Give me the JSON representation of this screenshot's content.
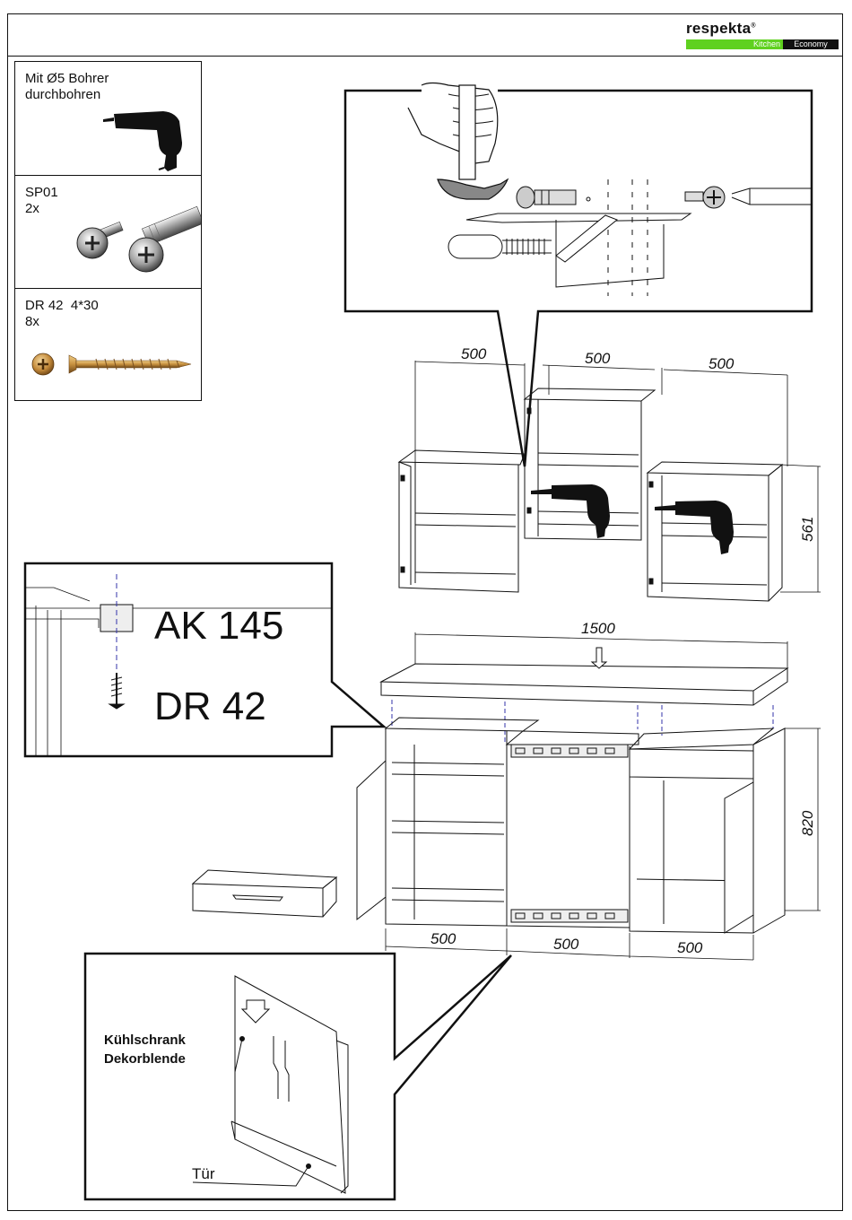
{
  "brand": {
    "name": "respekta",
    "reg": "®",
    "tag_left": "Kitchen",
    "tag_right": "Economy"
  },
  "parts": [
    {
      "line1": "Mit Ø5 Bohrer",
      "line2": "durchbohren",
      "icon": "drill-icon"
    },
    {
      "line1": "SP01",
      "line2": "2x",
      "icon": "connector-screw-icon"
    },
    {
      "line1": "DR 42  4*30",
      "line2": "8x",
      "icon": "wood-screw-icon"
    }
  ],
  "wall_units": {
    "widths": [
      "500",
      "500",
      "500"
    ],
    "height": "561"
  },
  "base_units": {
    "worktop_width": "1500",
    "widths": [
      "500",
      "500",
      "500"
    ],
    "height": "820"
  },
  "callout_worktop": {
    "part1": "AK 145",
    "part2": "DR 42"
  },
  "callout_fridge": {
    "panel_label_line1": "Kühlschrank",
    "panel_label_line2": "Dekorblende",
    "door_label": "Tür"
  }
}
